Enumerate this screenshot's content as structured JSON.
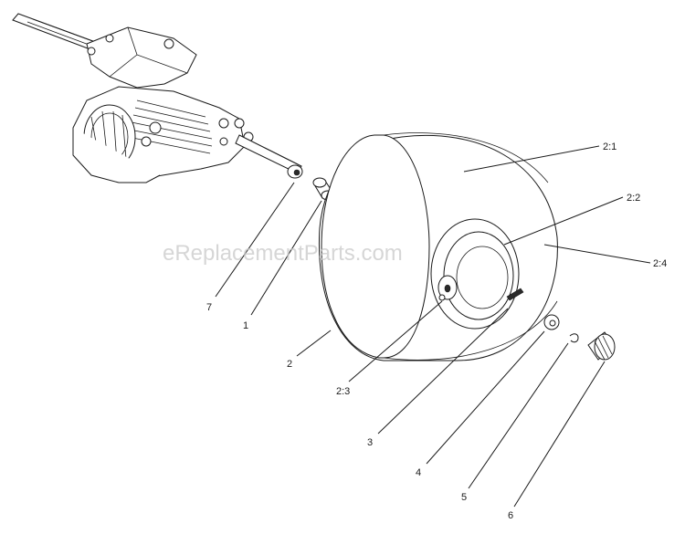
{
  "watermark": "eReplacementParts.com",
  "callouts": {
    "c2_1": "2:1",
    "c2_2": "2:2",
    "c2_4": "2:4",
    "c7": "7",
    "c1": "1",
    "c2": "2",
    "c2_3": "2:3",
    "c3": "3",
    "c4": "4",
    "c5": "5",
    "c6": "6"
  }
}
